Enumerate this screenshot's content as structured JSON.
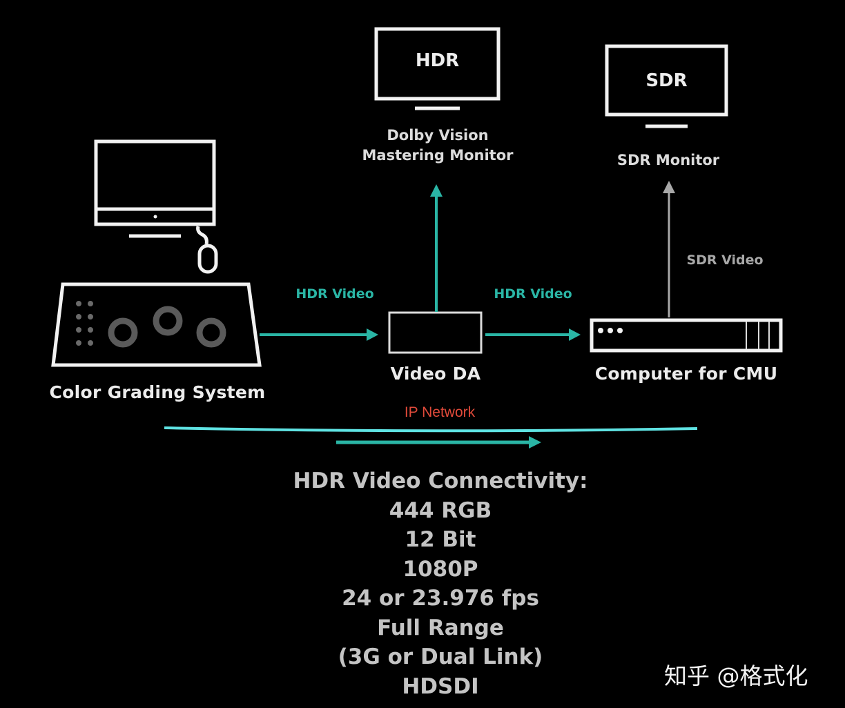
{
  "nodes": {
    "color_grading": {
      "label": "Color Grading System"
    },
    "hdr_monitor": {
      "screen_text": "HDR",
      "label_line1": "Dolby Vision",
      "label_line2": "Mastering Monitor"
    },
    "sdr_monitor": {
      "screen_text": "SDR",
      "label": "SDR Monitor"
    },
    "video_da": {
      "label": "Video DA"
    },
    "cmu": {
      "label": "Computer for CMU"
    }
  },
  "edges": {
    "grading_to_da": "HDR Video",
    "da_to_cmu": "HDR Video",
    "cmu_to_sdr": "SDR Video"
  },
  "network": {
    "label": "IP Network"
  },
  "connectivity": {
    "title": "HDR Video Connectivity:",
    "items": [
      "444 RGB",
      "12 Bit",
      "1080P",
      "24 or 23.976 fps",
      "Full Range",
      "(3G or Dual Link)",
      "HDSDI"
    ]
  },
  "watermark": "知乎 @格式化",
  "colors": {
    "teal": "#2ab5a5",
    "network_line": "#5fe3e3",
    "ip_label": "#e04a3a",
    "sdr_arrow": "#a8a8a8",
    "outline": "#f2f2f2"
  }
}
